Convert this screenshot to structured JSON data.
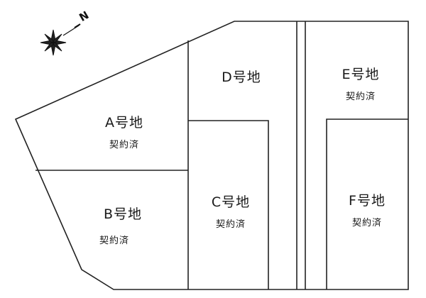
{
  "compass": {
    "north_label": "N",
    "icon": "compass-rose-icon"
  },
  "lots": [
    {
      "id": "A",
      "name": "A号地",
      "status": "契約済"
    },
    {
      "id": "B",
      "name": "B号地",
      "status": "契約済"
    },
    {
      "id": "C",
      "name": "C号地",
      "status": "契約済"
    },
    {
      "id": "D",
      "name": "D号地",
      "status": ""
    },
    {
      "id": "E",
      "name": "E号地",
      "status": "契約済"
    },
    {
      "id": "F",
      "name": "F号地",
      "status": "契約済"
    }
  ]
}
